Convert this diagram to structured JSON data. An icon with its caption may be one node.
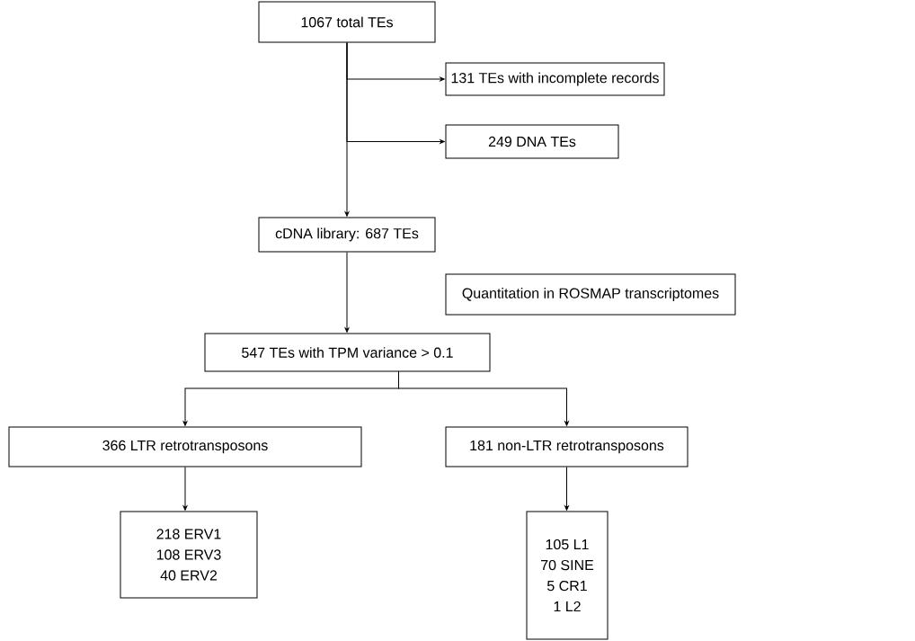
{
  "diagram": {
    "nodes": [
      {
        "text": [
          "1067 total TEs"
        ]
      },
      {
        "text": [
          "131 TEs with incomplete records"
        ]
      },
      {
        "text": [
          "249 DNA TEs"
        ]
      },
      {
        "text": [
          "cDNA library: 687 TEs"
        ]
      },
      {
        "text": [
          "Quantitation in ROSMAP transcriptomes"
        ]
      },
      {
        "text": [
          "547 TEs with TPM variance > 0.1"
        ]
      },
      {
        "text": [
          "366 LTR retrotransposons"
        ]
      },
      {
        "text": [
          "181 non-LTR retrotransposons"
        ]
      },
      {
        "text": [
          "218 ERV1",
          "108 ERV3",
          "40 ERV2"
        ]
      },
      {
        "text": [
          "105 L1",
          "70 SINE",
          "5 CR1",
          "1 L2"
        ]
      }
    ],
    "edges": [
      {
        "from": 0,
        "to": 1,
        "arrow": "to"
      },
      {
        "from": 0,
        "to": 2,
        "arrow": "to"
      },
      {
        "from": 0,
        "to": 3,
        "arrow": "to"
      },
      {
        "from": 3,
        "to": 5,
        "arrow": "to"
      },
      {
        "from": 5,
        "to": 6,
        "arrow": "to"
      },
      {
        "from": 5,
        "to": 7,
        "arrow": "to"
      },
      {
        "from": 6,
        "to": 8,
        "arrow": "to"
      },
      {
        "from": 7,
        "to": 9,
        "arrow": "to"
      }
    ]
  }
}
